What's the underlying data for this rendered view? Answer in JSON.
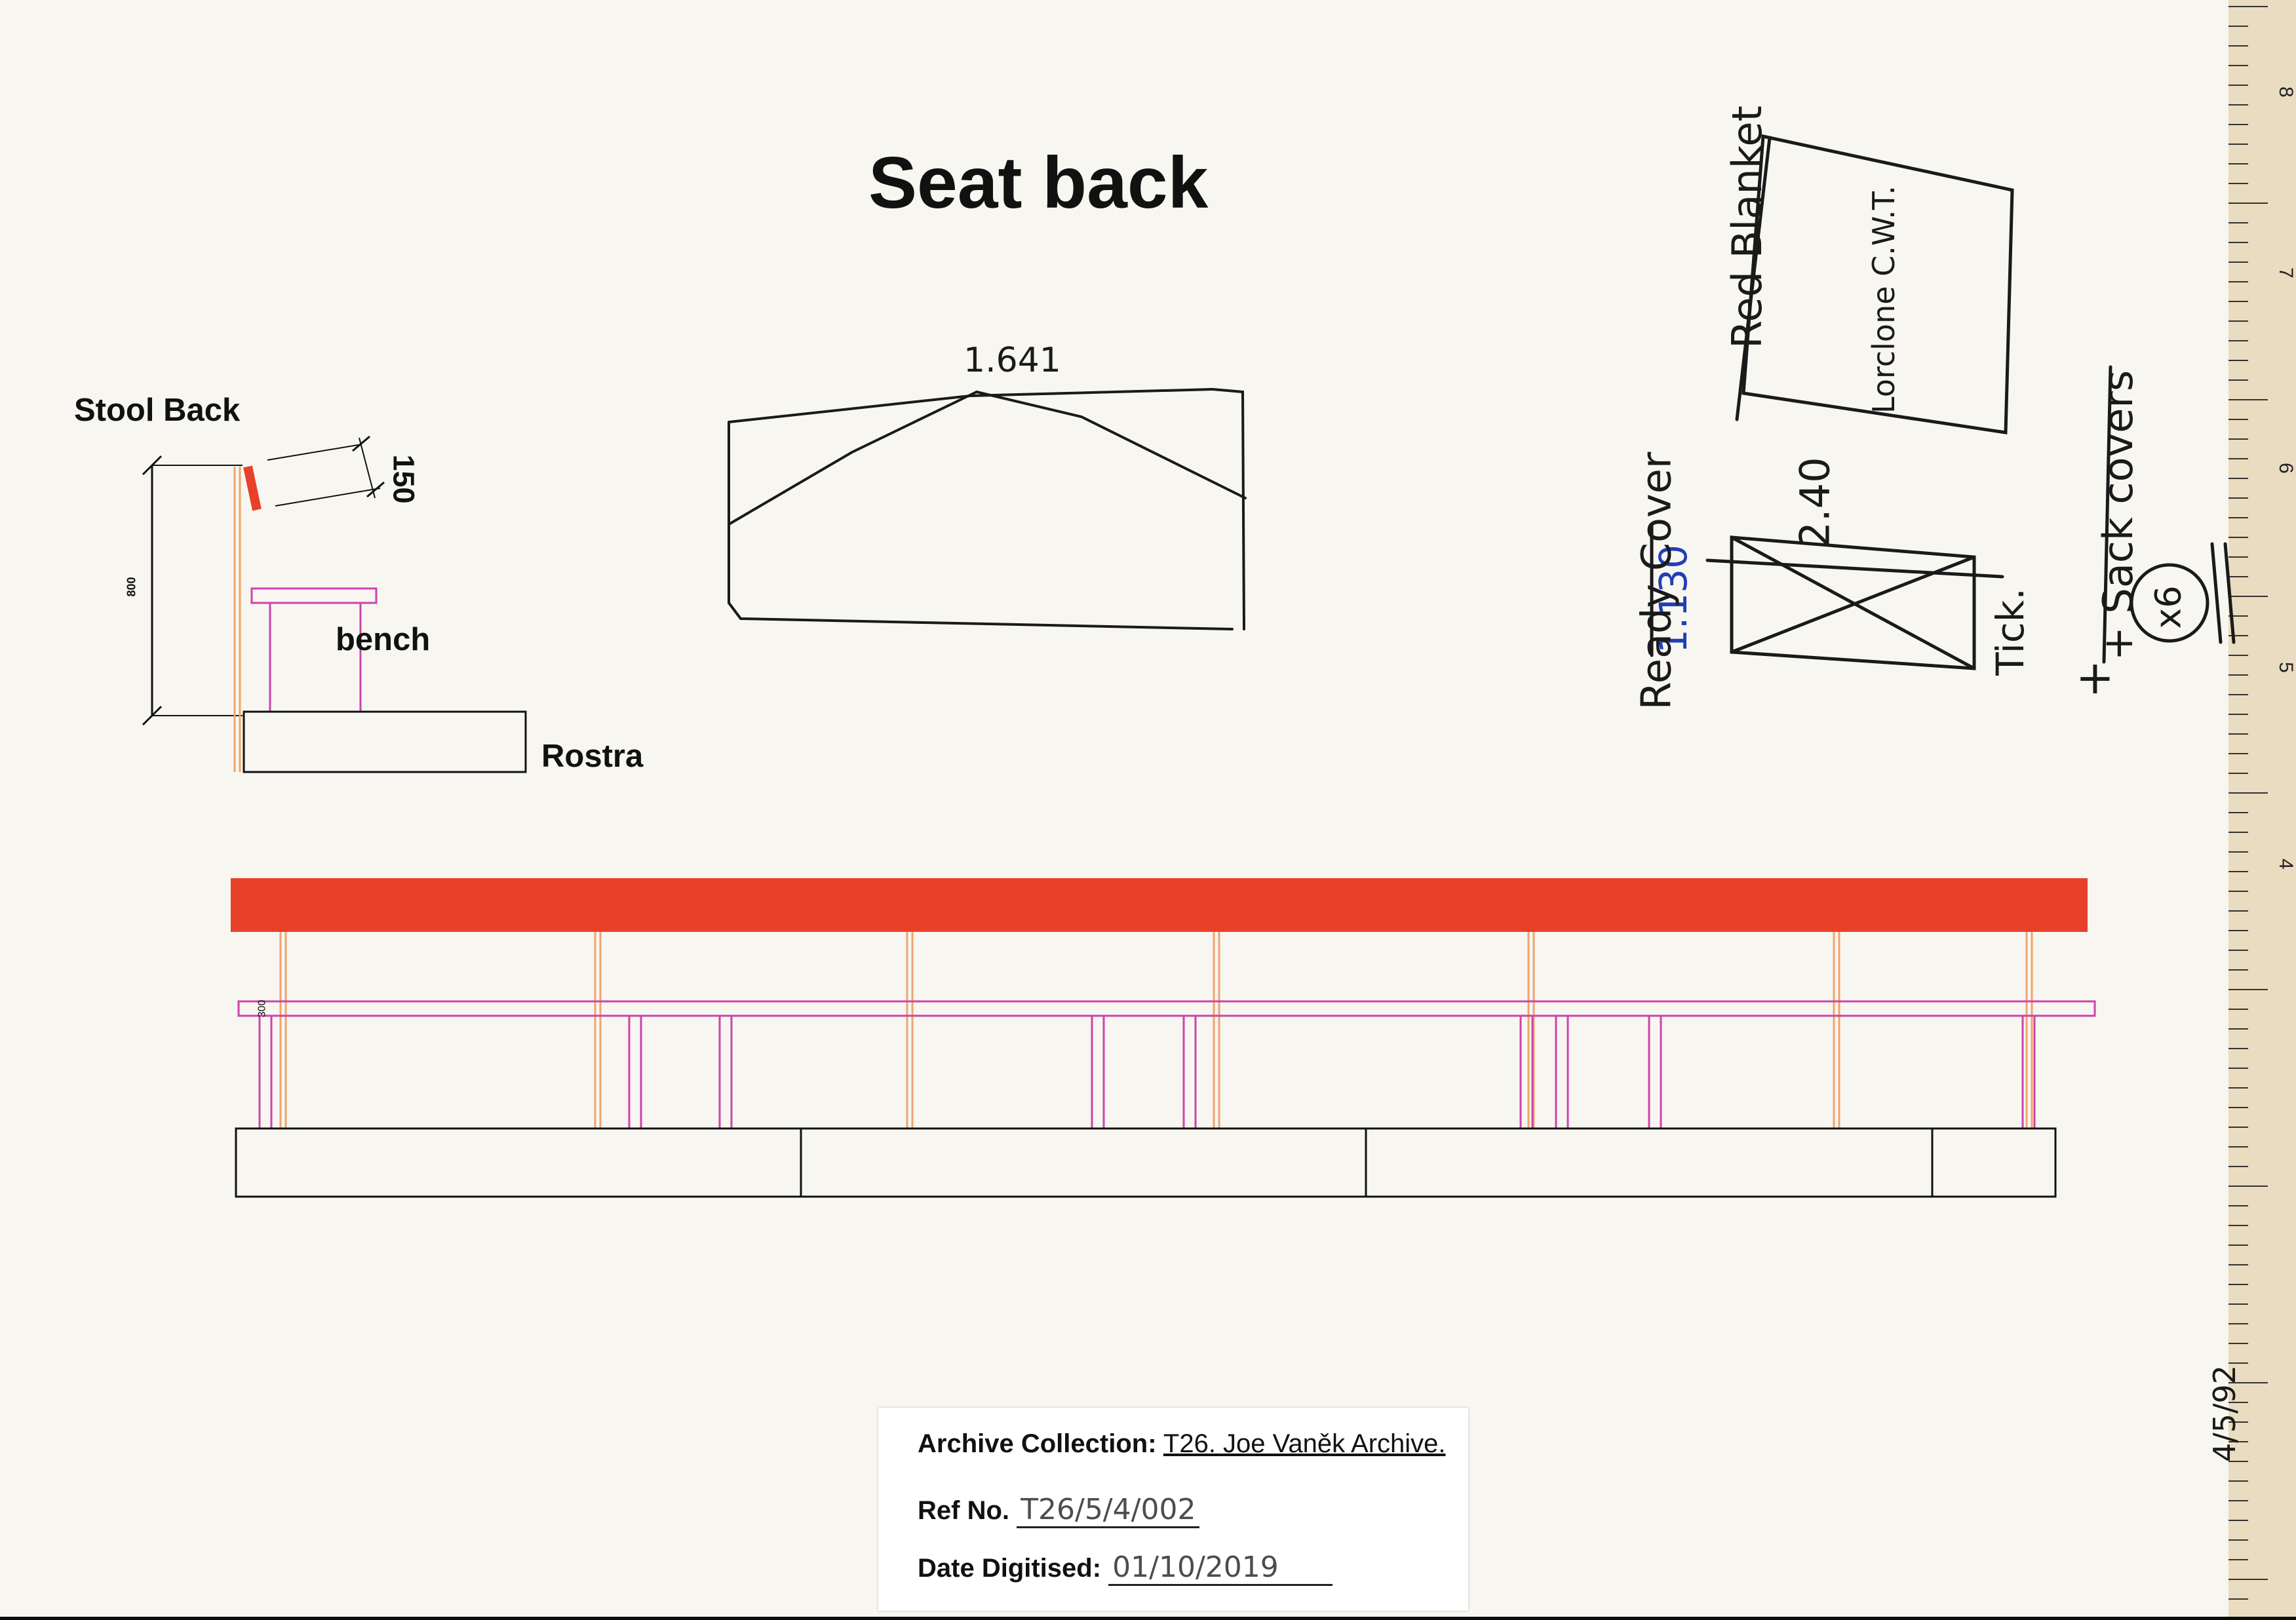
{
  "sheet": {
    "title": "Seat back"
  },
  "stool_detail": {
    "stool_back_label": "Stool Back",
    "bench_label": "bench",
    "rostra_label": "Rostra",
    "dim_150": "150",
    "dim_800": "800"
  },
  "long_elevation": {
    "small_dim": "300"
  },
  "handwritten": {
    "width_1641": "1.641",
    "height_240": "2.40",
    "dim_1130": "1.130",
    "ready_cover": "Ready Cover",
    "red_blanket": "Red Blanket",
    "lorclone": "Lorclone C.W.T.",
    "sack_covers": "+ Sack covers",
    "tick": "Tick.",
    "plus": "+",
    "x6": "x6",
    "margin_date": "4/5/92"
  },
  "archive_label": {
    "collection_key": "Archive Collection:",
    "collection_value": "T26. Joe Vaněk Archive.",
    "ref_key": "Ref No.",
    "ref_value": "T26/5/4/002",
    "date_key": "Date Digitised:",
    "date_value": "01/10/2019"
  },
  "ruler": {
    "numbers": [
      "8",
      "7",
      "6",
      "5",
      "4"
    ]
  },
  "colors": {
    "paper": "#f7f6f1",
    "red_seat_back": "#e8412a",
    "orange_support": "#f0a46c",
    "magenta_bench": "#cc44aa",
    "ink": "#1a1a1a",
    "blue_ink": "#1f3fb3"
  }
}
